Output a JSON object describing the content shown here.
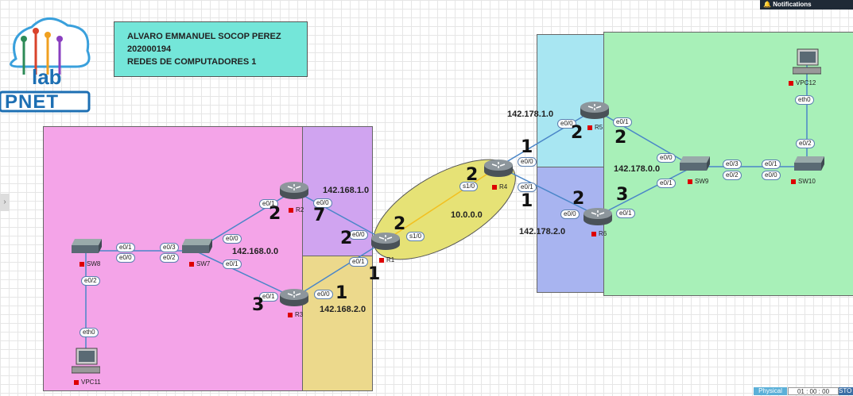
{
  "header": {
    "notifications_label": "Notifications"
  },
  "logo": {
    "text_lab": "lab",
    "text_pnet": "PNET"
  },
  "info": {
    "name": "ALVARO EMMANUEL SOCOP PEREZ",
    "id": "202000194",
    "course": "REDES DE COMPUTADORES 1"
  },
  "colors": {
    "pink_area": "#f4a4e8",
    "purple_area": "#d0a4f0",
    "yellow_area": "#ecd98c",
    "cyan_area": "#a8e6f2",
    "blue_area": "#a8b4f0",
    "green_area": "#a8f0b8",
    "ellipse": "#e6e276",
    "info_box": "#74e6d9"
  },
  "nodes": {
    "r1": "R1",
    "r2": "R2",
    "r3": "R3",
    "r4": "R4",
    "r5": "R5",
    "r6": "R6",
    "sw7": "SW7",
    "sw8": "SW8",
    "sw9": "SW9",
    "sw10": "SW10",
    "vpc11": "VPC11",
    "vpc12": "VPC12"
  },
  "networks": {
    "n1": "142.168.1.0",
    "n2": "142.168.0.0",
    "n3": "142.168.2.0",
    "n4": "10.0.0.0",
    "n5": "142.178.1.0",
    "n6": "142.178.0.0",
    "n7": "142.178.2.0"
  },
  "interfaces": {
    "sw8_e01": "e0/1",
    "sw8_e00": "e0/0",
    "sw7_e03": "e0/3",
    "sw7_e02": "e0/2",
    "sw8_e02": "e0/2",
    "vpc11_eth0": "eth0",
    "sw7_e00": "e0/0",
    "sw7_e01": "e0/1",
    "r2_e01": "e0/1",
    "r2_e00": "e0/0",
    "r3_e01": "e0/1",
    "r3_e00": "e0/0",
    "r1_e00": "e0/0",
    "r1_e01": "e0/1",
    "r1_s10": "s1/0",
    "r4_s10": "s1/0",
    "r4_e00": "e0/0",
    "r4_e01": "e0/1",
    "r5_e00": "e0/0",
    "r5_e01": "e0/1",
    "r6_e00": "e0/0",
    "r6_e01": "e0/1",
    "sw9_e00": "e0/0",
    "sw9_e01": "e0/1",
    "sw9_e03": "e0/3",
    "sw9_e02": "e0/2",
    "sw10_e01": "e0/1",
    "sw10_e00": "e0/0",
    "sw10_e02": "e0/2",
    "vpc12_eth0": "eth0"
  },
  "annotations": {
    "a_r2": "2",
    "a_r2b": "7",
    "a_r1_top": "2",
    "a_r1_left": "2",
    "a_r1_bottom": "1",
    "a_r3_left": "3",
    "a_r3_right": "1",
    "a_r4_left": "2",
    "a_r4_top": "1",
    "a_r4_bottom": "1",
    "a_r5_left": "2",
    "a_r5_right": "2",
    "a_r6_left": "2",
    "a_r6_right": "3"
  },
  "footer": {
    "mode": "Physical",
    "timer": "01 : 00 : 00",
    "stop": "STO"
  }
}
